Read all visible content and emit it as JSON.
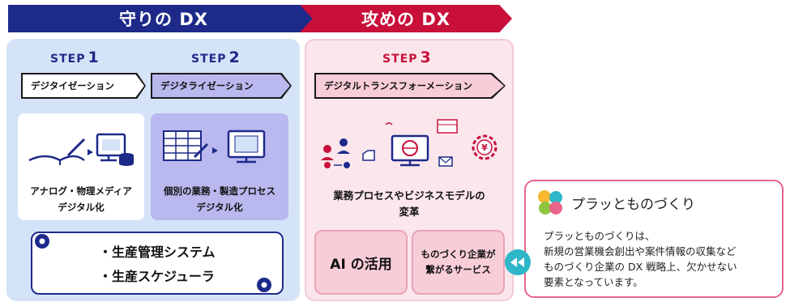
{
  "banners": {
    "defense": "守りの DX",
    "offense": "攻めの DX"
  },
  "steps": [
    {
      "label": "STEP",
      "number": "1",
      "title": "デジタイゼーション",
      "caption_line1": "アナログ・物理メディア",
      "caption_line2": "デジタル化"
    },
    {
      "label": "STEP",
      "number": "2",
      "title": "デジタライゼーション",
      "caption_line1": "個別の業務・製造プロセス",
      "caption_line2": "デジタル化"
    },
    {
      "label": "STEP",
      "number": "3",
      "title": "デジタルトランスフォーメーション",
      "caption_line1": "業務プロセスやビジネスモデルの",
      "caption_line2": "変革"
    }
  ],
  "systems": [
    "・生産管理システム",
    "・生産スケジューラ"
  ],
  "pink_boxes": {
    "ai": "AI の活用",
    "service_line1": "ものづくり企業が",
    "service_line2": "繋がるサービス"
  },
  "info": {
    "title": "プラッとものづくり",
    "lines": [
      "プラッとものづくりは、",
      "新規の営業機会創出や案件情報の収集など",
      "ものづくり企業の DX 戦略上、欠かせない",
      "要素となっています。"
    ]
  },
  "colors": {
    "navy": "#1d2a8a",
    "red": "#c8103a",
    "pink_border": "#e8638a",
    "teal": "#2eb6c9"
  }
}
